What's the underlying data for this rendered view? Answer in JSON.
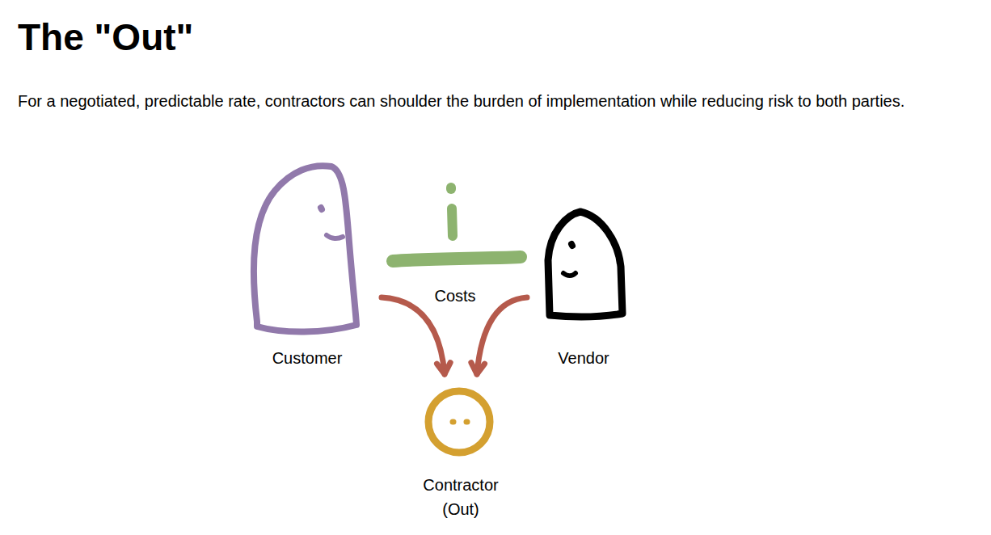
{
  "diagram": {
    "title": "The \"Out\"",
    "caption": "For a negotiated, predictable rate, contractors can shoulder the burden of implementation while reducing risk to both parties.",
    "nodes": [
      {
        "text": [
          "Customer"
        ]
      },
      {
        "text": [
          "Vendor"
        ]
      },
      {
        "text": [
          "Contractor (Out)"
        ]
      }
    ],
    "edges": [
      {
        "from": 0,
        "to": 2,
        "arrow": "to"
      },
      {
        "from": 1,
        "to": 2,
        "arrow": "to"
      }
    ],
    "labels": [
      "Costs"
    ]
  }
}
